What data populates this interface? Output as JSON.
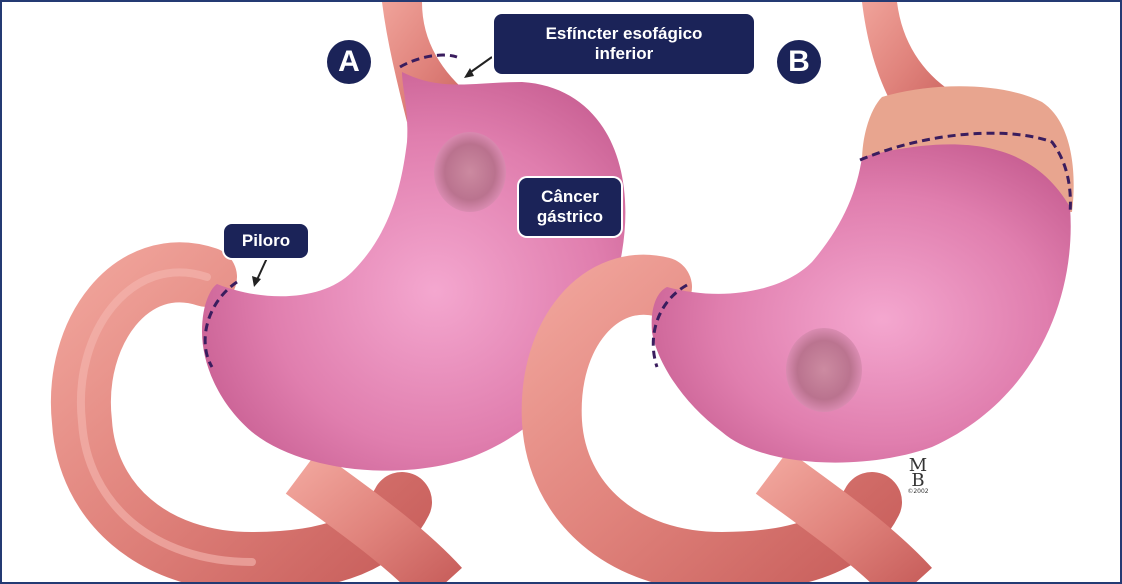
{
  "panel_a": {
    "letter": "A"
  },
  "panel_b": {
    "letter": "B"
  },
  "labels": {
    "sphincter_line1": "Esfíncter esofágico",
    "sphincter_line2": "inferior",
    "pylorus": "Piloro",
    "cancer_line1": "Câncer",
    "cancer_line2": "gástrico"
  },
  "signature": {
    "mark": "M\nB",
    "small": "©2002"
  },
  "colors": {
    "frame": "#243a73",
    "label_bg": "#1b2358",
    "stomach": "#e07eae",
    "intestine": "#e0837c",
    "cut_line": "#3a1d5e"
  }
}
